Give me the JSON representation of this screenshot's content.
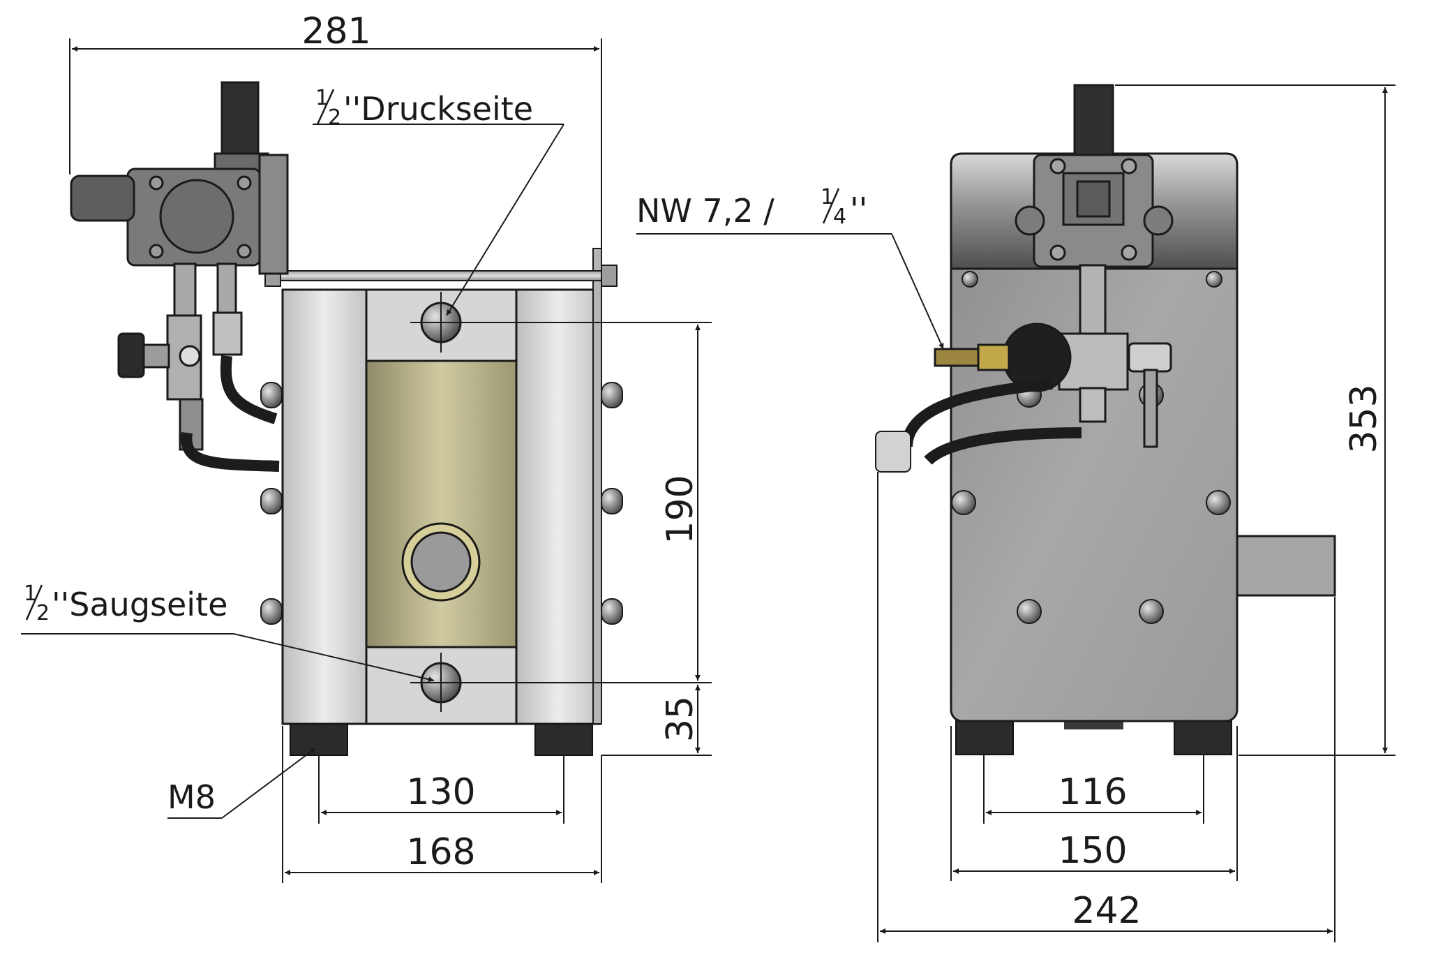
{
  "front_view": {
    "dimensions": {
      "overall_width": "281",
      "port_spacing": "190",
      "foot_height": "35",
      "foot_spacing": "130",
      "base_width": "168"
    },
    "labels": {
      "discharge_fraction_num": "1",
      "discharge_fraction_den": "2",
      "discharge_label": "''Druckseite",
      "suction_fraction_num": "1",
      "suction_fraction_den": "2",
      "suction_label": "''Saugseite",
      "thread_label": "M8"
    }
  },
  "side_view": {
    "dimensions": {
      "overall_height": "353",
      "foot_spacing": "116",
      "body_width": "150",
      "overall_width": "242"
    },
    "labels": {
      "air_connection_prefix": "NW 7,2 / ",
      "air_fraction_num": "1",
      "air_fraction_den": "4",
      "air_fraction_suffix": "''"
    }
  },
  "colors": {
    "line": "#1a1a1a",
    "body_light": "#d9d9d9",
    "body_mid": "#a9a9a9",
    "body_dark": "#5e5e5e",
    "diaphragm": "#c2bd94",
    "feet": "#2b2b2b"
  }
}
